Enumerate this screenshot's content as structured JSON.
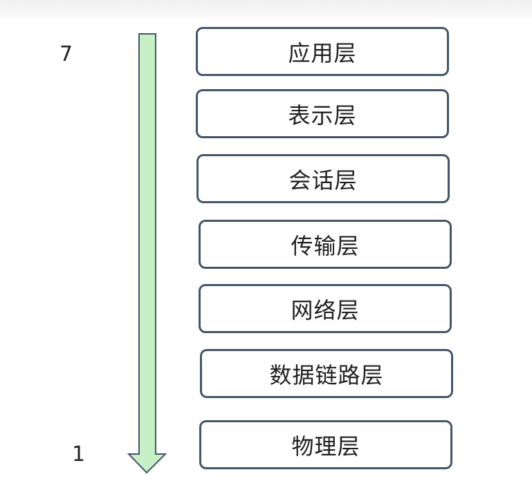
{
  "direction": {
    "top_label": "7",
    "bottom_label": "1",
    "arrow_color": "#c6f0c6",
    "arrow_stroke": "#44546a"
  },
  "layers": [
    {
      "name": "应用层"
    },
    {
      "name": "表示层"
    },
    {
      "name": "会话层"
    },
    {
      "name": "传输层"
    },
    {
      "name": "网络层"
    },
    {
      "name": "数据链路层"
    },
    {
      "name": "物理层"
    }
  ],
  "colors": {
    "box_border": "#44546a",
    "text": "#1f1f1f"
  }
}
